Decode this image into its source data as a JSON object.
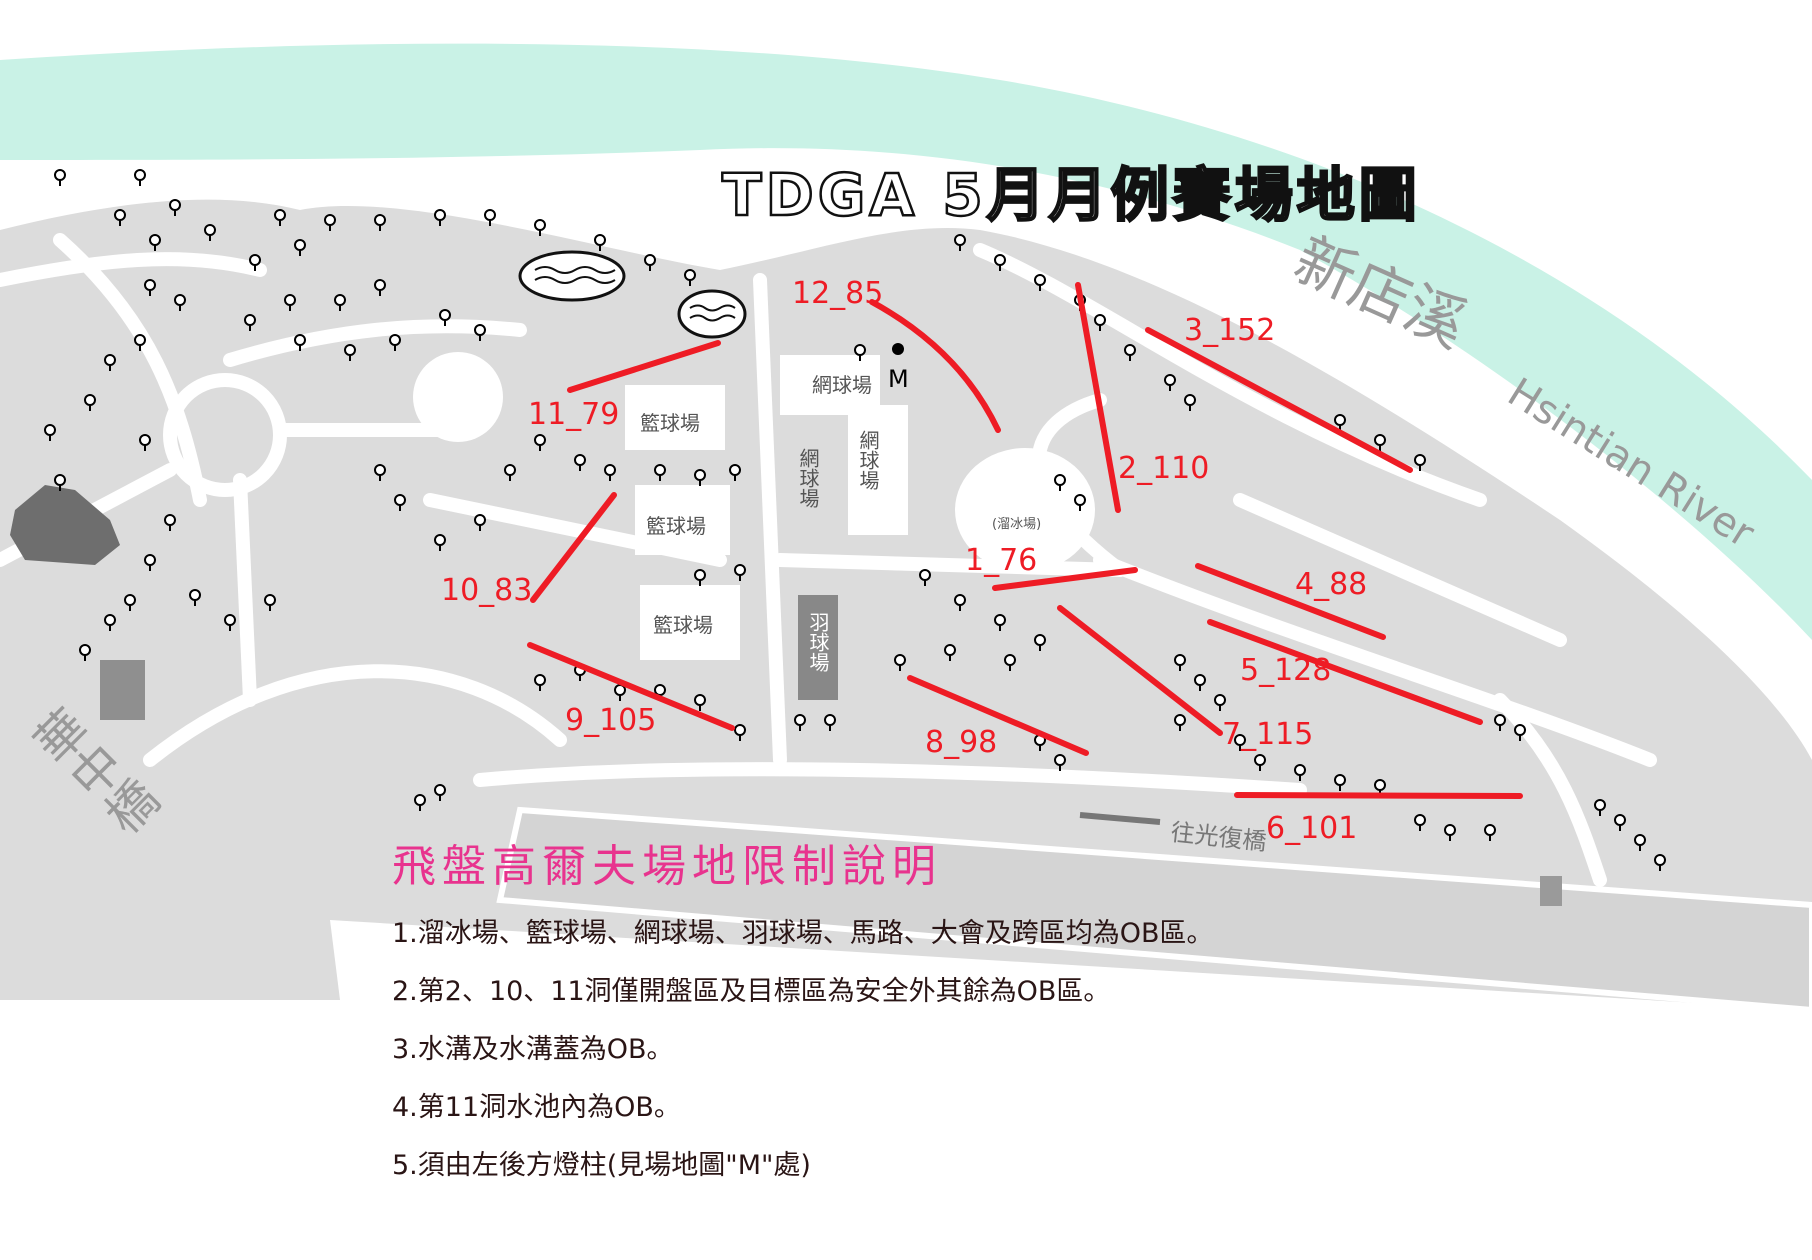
{
  "map_title": "TDGA 5月月例賽場地圖",
  "river": {
    "name_zh": "新店溪",
    "name_en": "Hsintian River"
  },
  "bridges": {
    "huazhong": "華中橋",
    "guangfu": "往光復橋"
  },
  "facilities": {
    "tennis_top": "網球場",
    "tennis_left": "網球場",
    "tennis_right": "網球場",
    "basketball_1": "籃球場",
    "basketball_2": "籃球場",
    "basketball_3": "籃球場",
    "badminton": "羽球場",
    "ice_rink": "(溜冰場)"
  },
  "marker_m": "M",
  "holes": [
    {
      "label": "1_76"
    },
    {
      "label": "2_110"
    },
    {
      "label": "3_152"
    },
    {
      "label": "4_88"
    },
    {
      "label": "5_128"
    },
    {
      "label": "6_101"
    },
    {
      "label": "7_115"
    },
    {
      "label": "8_98"
    },
    {
      "label": "9_105"
    },
    {
      "label": "10_83"
    },
    {
      "label": "11_79"
    },
    {
      "label": "12_85"
    }
  ],
  "rules": {
    "title": "飛盤高爾夫場地限制說明",
    "items": [
      "1.溜冰場、籃球場、網球場、羽球場、馬路、大會及跨區均為OB區。",
      "2.第2、10、11洞僅開盤區及目標區為安全外其餘為OB區。",
      "3.水溝及水溝蓋為OB。",
      "4.第11洞水池內為OB。",
      "5.須由左後方燈柱(見場地圖\"M\"處)"
    ]
  },
  "colors": {
    "river": "#c9f2e6",
    "park": "#dcdcdc",
    "path": "#ffffff",
    "hole_line": "#ee1c25",
    "rules_title": "#e8338e",
    "building": "#6e6e6e"
  }
}
